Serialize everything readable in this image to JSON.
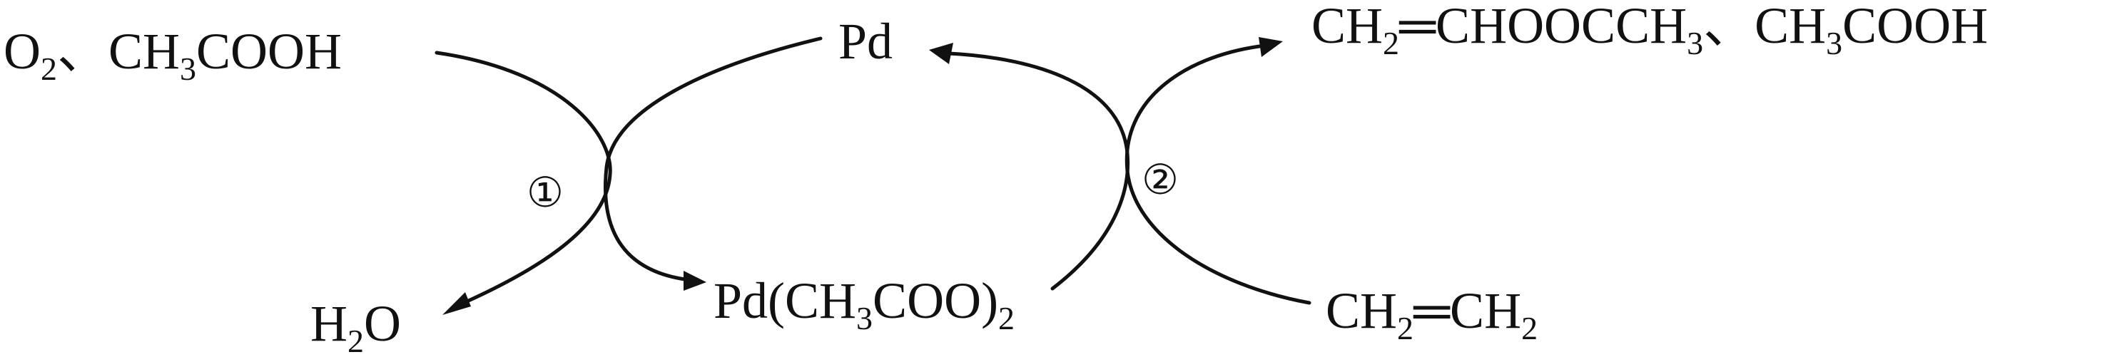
{
  "reactants_1": [
    "O",
    "2",
    "、CH",
    "3",
    "COOH"
  ],
  "catalyst": "Pd",
  "byproduct_water": [
    "H",
    "2",
    "O"
  ],
  "intermediate": [
    "Pd(CH",
    "3",
    "COO)",
    "2"
  ],
  "products": [
    "CH",
    "2",
    "═CHOOCCH",
    "3",
    "、CH",
    "3",
    "COOH"
  ],
  "reactant_ethylene": [
    "CH",
    "2",
    "═CH",
    "2"
  ],
  "step_1_label": "①",
  "step_2_label": "②"
}
